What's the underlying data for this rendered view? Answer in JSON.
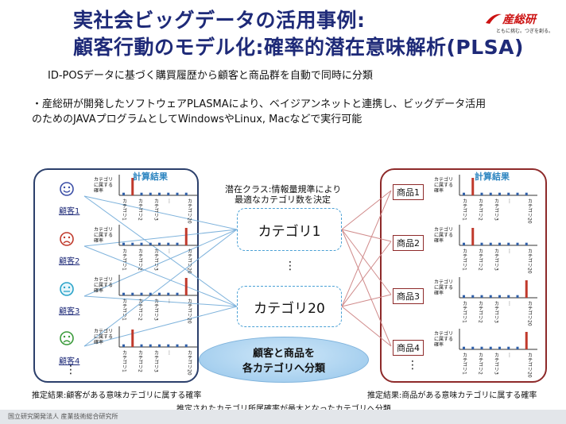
{
  "header": {
    "title_line1": "実社会ビッグデータの活用事例:",
    "title_line2": "顧客行動のモデル化:確率的潜在意味解析(PLSA)",
    "logo_text": "産総研",
    "logo_tagline": "ともに挑む。つぎを創る。",
    "subtitle": "ID-POSデータに基づく購買履歴から顧客と商品群を自動で同時に分類",
    "description_line1": "・産総研が開発したソフトウェアPLASMAにより、ベイジアンネットと連携し、ビッグデータ活用",
    "description_line2": "のためのJAVAプログラムとしてWindowsやLinux, Macなどで実行可能"
  },
  "left_panel": {
    "calc_label": "計算結果",
    "y_label": "カテゴリに属する確率",
    "x_labels": [
      "カテゴリ1",
      "カテゴリ2",
      "カテゴリ3",
      "…",
      "カテゴリ20"
    ],
    "customers": [
      {
        "label": "顧客1",
        "face": "smile"
      },
      {
        "label": "顧客2",
        "face": "frown"
      },
      {
        "label": "顧客3",
        "face": "neutral"
      },
      {
        "label": "顧客4",
        "face": "sad"
      }
    ],
    "more": "⋮",
    "estimate": "推定結果:顧客がある意味カテゴリに属する確率"
  },
  "center": {
    "latent_line1": "潜在クラス:情報量規準により",
    "latent_line2": "最適なカテゴリ数を決定",
    "category_top": "カテゴリ1",
    "category_bottom": "カテゴリ20",
    "middle_dots": "⋮",
    "ellipse_line1": "顧客と商品を",
    "ellipse_line2": "各カテゴリへ分類",
    "bottom_note": "推定されたカテゴリ所属確率が最大となったカテゴリへ分類"
  },
  "right_panel": {
    "calc_label": "計算結果",
    "y_label": "カテゴリに属する確率",
    "x_labels": [
      "カテゴリ1",
      "カテゴリ2",
      "カテゴリ3",
      "…",
      "カテゴリ20"
    ],
    "products": [
      {
        "label": "商品1"
      },
      {
        "label": "商品2"
      },
      {
        "label": "商品3"
      },
      {
        "label": "商品4"
      }
    ],
    "more": "⋮",
    "estimate": "推定結果:商品がある意味カテゴリに属する確率"
  },
  "footer": {
    "text": "国立研究開発法人 産業技術総合研究所"
  },
  "colors": {
    "title": "#1e2a78",
    "bar_blue": "#2f5fa8",
    "bar_red": "#c0392b",
    "left_border": "#2b3f6b",
    "right_border": "#8e2a2a",
    "dashed": "#4aa0d5",
    "face_blue": "#3b4ea6",
    "face_red": "#c0392b",
    "face_cyan": "#2aa3c9",
    "face_green": "#3a9a3a"
  },
  "charts": {
    "left": [
      [
        0.15,
        1.0,
        0.15,
        0.15,
        0.15,
        0.15,
        0.15,
        0.15
      ],
      [
        0.15,
        0.15,
        0.15,
        0.15,
        0.15,
        0.15,
        0.15,
        1.0
      ],
      [
        0.15,
        0.15,
        0.15,
        0.15,
        0.15,
        0.15,
        0.15,
        1.0
      ],
      [
        0.15,
        1.0,
        0.15,
        0.15,
        0.15,
        0.15,
        0.15,
        0.15
      ]
    ],
    "right": [
      [
        0.15,
        1.0,
        0.15,
        0.15,
        0.15,
        0.15,
        0.15,
        0.15
      ],
      [
        0.15,
        1.0,
        0.15,
        0.15,
        0.15,
        0.15,
        0.15,
        0.15
      ],
      [
        0.15,
        0.15,
        0.15,
        0.15,
        0.15,
        0.15,
        0.15,
        1.0
      ],
      [
        0.15,
        0.15,
        0.15,
        0.15,
        0.15,
        0.15,
        0.15,
        1.0
      ]
    ]
  }
}
